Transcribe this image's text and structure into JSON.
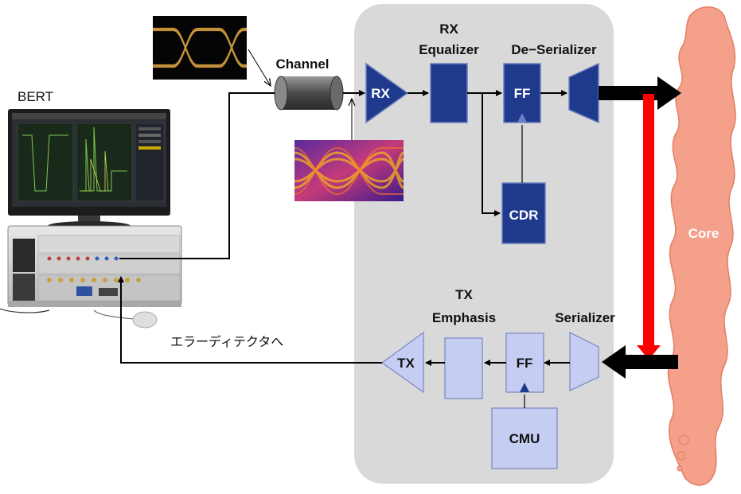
{
  "labels": {
    "bert": "BERT",
    "channel": "Channel",
    "rx_equalizer_line1": "RX",
    "rx_equalizer_line2": "Equalizer",
    "deserializer": "De−Serializer",
    "tx_emphasis_line1": "TX",
    "tx_emphasis_line2": "Emphasis",
    "serializer": "Serializer",
    "core": "Core",
    "error_detector_note": "エラーディテクタへ"
  },
  "blocks": {
    "rx": "RX",
    "ff_rx": "FF",
    "cdr": "CDR",
    "tx": "TX",
    "ff_tx": "FF",
    "cmu": "CMU"
  },
  "colors": {
    "chip_background": "#d9d9d9",
    "rx_block": "#1f3a8c",
    "tx_block": "#c6cdf2",
    "core": "#f4a08a",
    "core_red_arrow": "#ff0000",
    "wire": "#000000"
  }
}
